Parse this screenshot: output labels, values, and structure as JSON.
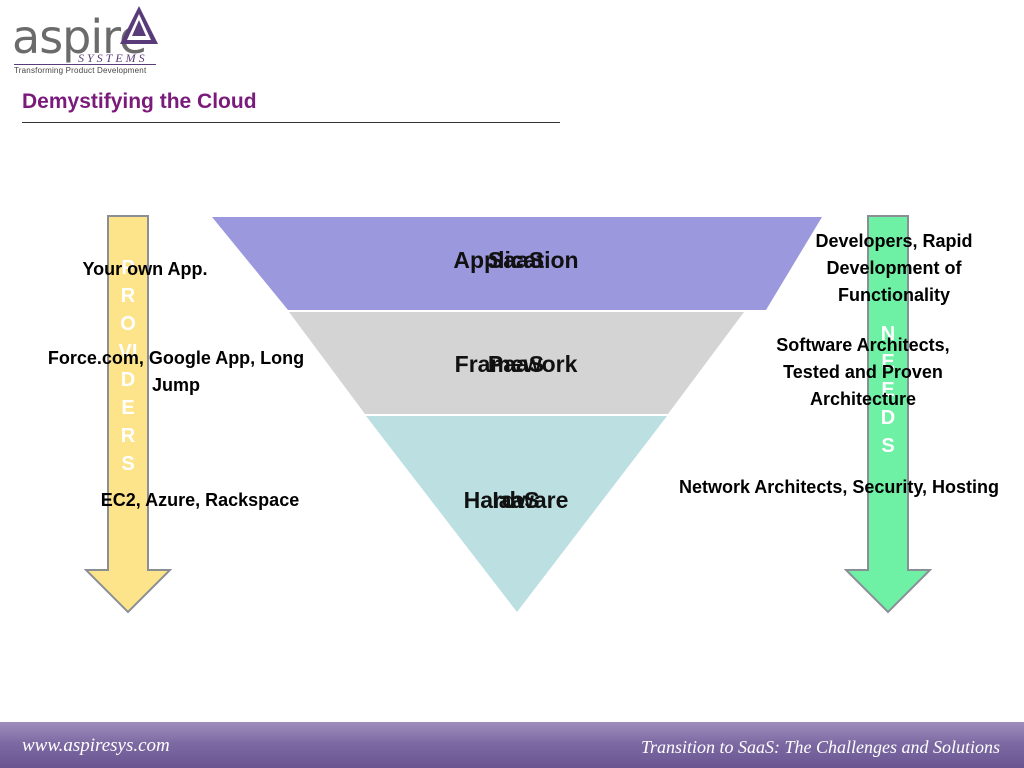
{
  "logo": {
    "word": "aspire",
    "sub": "SYSTEMS",
    "tagline": "Transforming Product Development"
  },
  "title": "Demystifying the Cloud",
  "layers": [
    {
      "name": "Application",
      "service": "SaaS",
      "color": "#9b98de"
    },
    {
      "name": "Framework",
      "service": "PaaS",
      "color": "#d4d4d4"
    },
    {
      "name": "Hardware",
      "service": "IaaS",
      "color": "#bcdfe2"
    }
  ],
  "providers": {
    "arrow_text": "PROVIDERS",
    "arrow_color": "#fde48a",
    "items": [
      {
        "text": "Your own App."
      },
      {
        "text": "Force.com, Google App, Long Jump"
      },
      {
        "text": "EC2, Azure, Rackspace"
      }
    ]
  },
  "needs": {
    "arrow_text": "NEEDS",
    "arrow_color": "#6ef0a5",
    "items": [
      {
        "text": "Developers, Rapid Development of Functionality"
      },
      {
        "text": "Software Architects, Tested and Proven Architecture"
      },
      {
        "text": "Network Architects, Security, Hosting"
      }
    ]
  },
  "footer": {
    "website": "www.aspiresys.com",
    "subtitle": "Transition to SaaS: The Challenges and Solutions"
  }
}
